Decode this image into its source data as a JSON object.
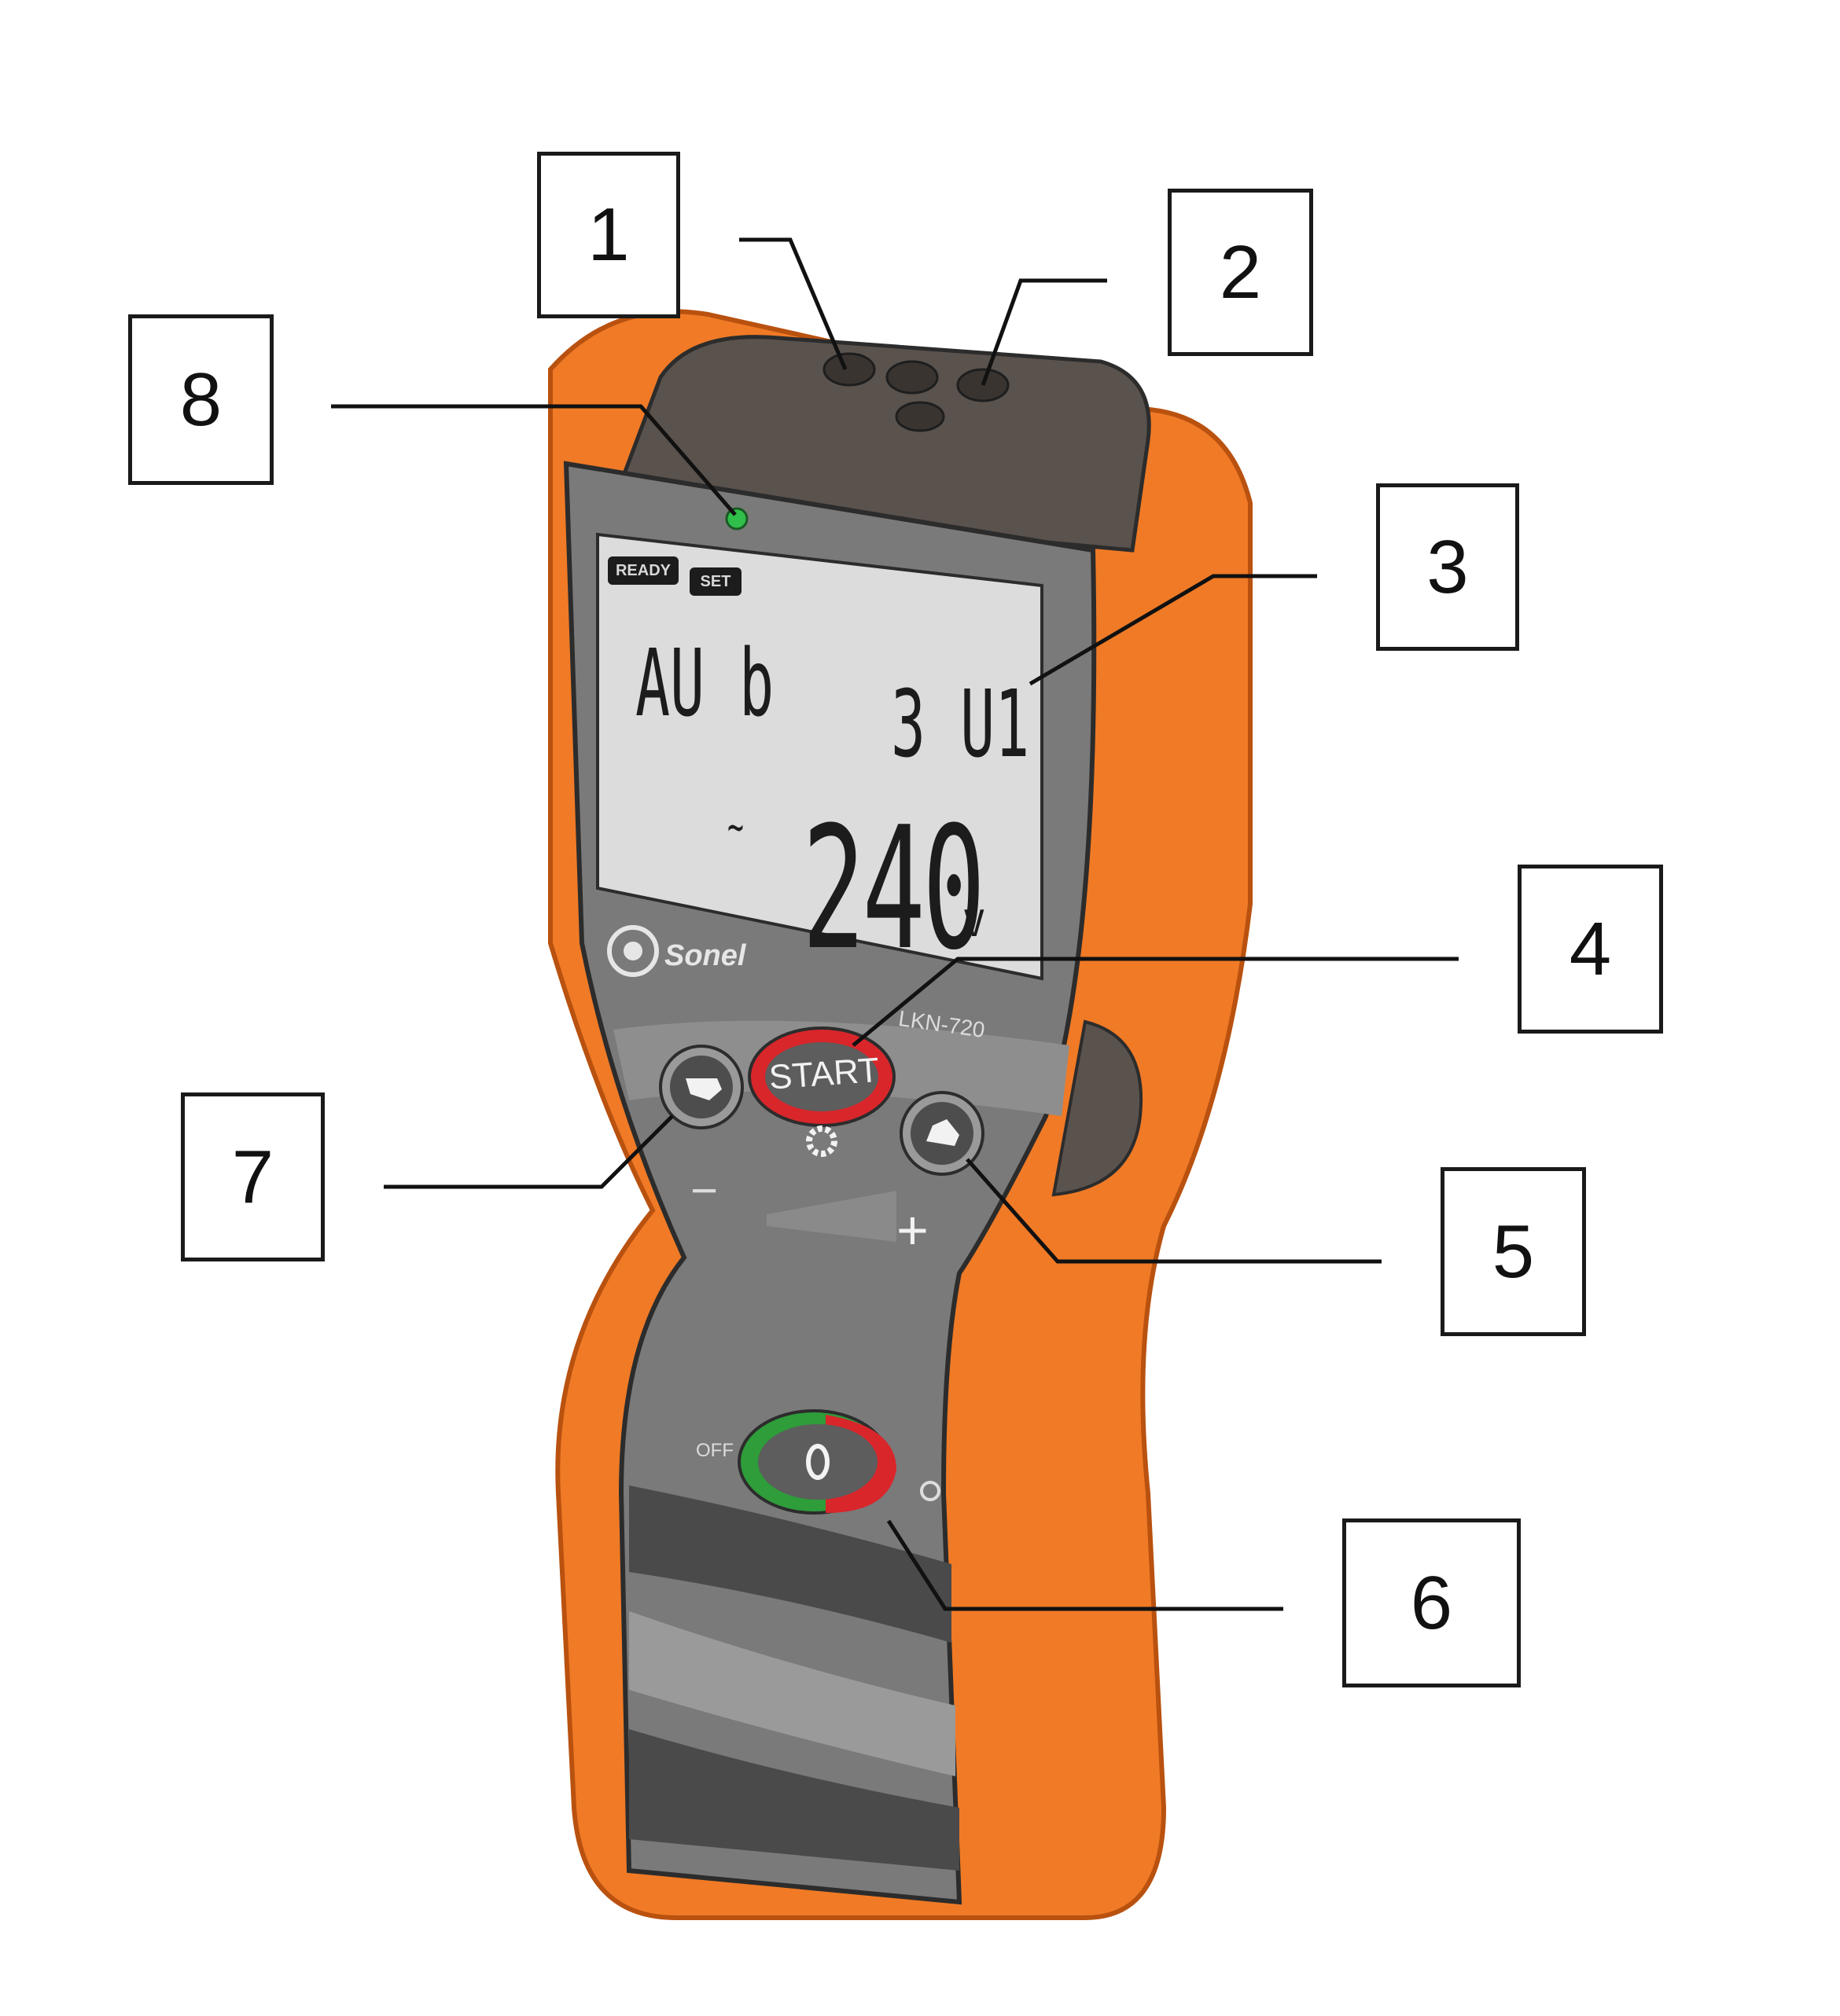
{
  "callouts": [
    "1",
    "2",
    "3",
    "4",
    "5",
    "6",
    "7",
    "8"
  ],
  "device": {
    "brand": "Sonel",
    "model": "LKN-720",
    "lcd": {
      "status_ready": "READY",
      "status_set": "SET",
      "mode": "AU b",
      "setting": "3 U1",
      "ac_symbol": "~",
      "value": "240",
      "unit": "V"
    },
    "buttons": {
      "start_label": "START",
      "power_label": "OFF",
      "minus_label": "−",
      "plus_label": "+"
    }
  },
  "colors": {
    "housing_orange": "#f07a26",
    "housing_orange_dark": "#c85a12",
    "panel_gray": "#7a7a7a",
    "panel_dark": "#4a4a4a",
    "lcd_background": "#dcdcdc",
    "start_ring": "#d8262b",
    "power_ring_green": "#2e9d3a",
    "power_ring_red": "#d8262b",
    "led_green": "#2fbf4a"
  }
}
